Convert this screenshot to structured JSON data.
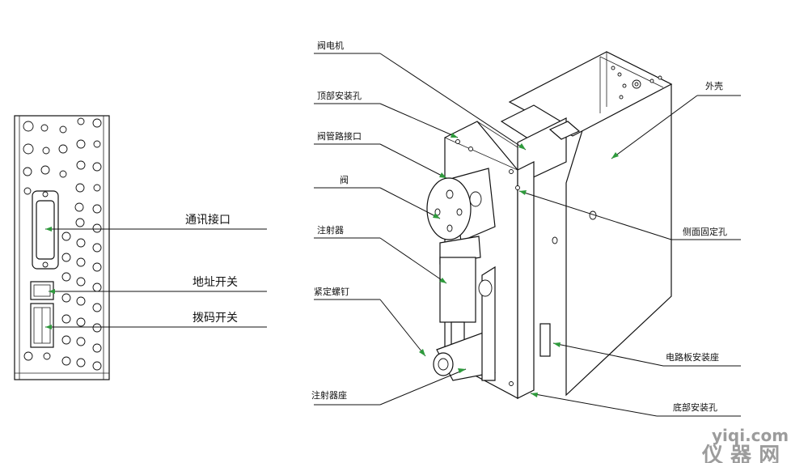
{
  "left_view": {
    "labels": {
      "comm_port": "通讯接口",
      "address_switch": "地址开关",
      "dip_switch": "拨码开关"
    }
  },
  "right_view": {
    "labels": {
      "valve_motor": "阀电机",
      "top_mount_hole": "顶部安装孔",
      "valve_pipe_port": "阀管路接口",
      "valve": "阀",
      "syringe": "注射器",
      "set_screw": "紧定螺钉",
      "syringe_seat": "注射器座",
      "housing": "外壳",
      "side_fix_hole": "侧面固定孔",
      "pcb_mount": "电路板安装座",
      "bottom_mount_hole": "底部安装孔"
    }
  },
  "watermark": {
    "line1": "yiqi.com",
    "line2": "仪 器 网"
  },
  "colors": {
    "line": "#111111",
    "arrow": "#2e9a3c",
    "watermark": "#9c9c9c"
  }
}
